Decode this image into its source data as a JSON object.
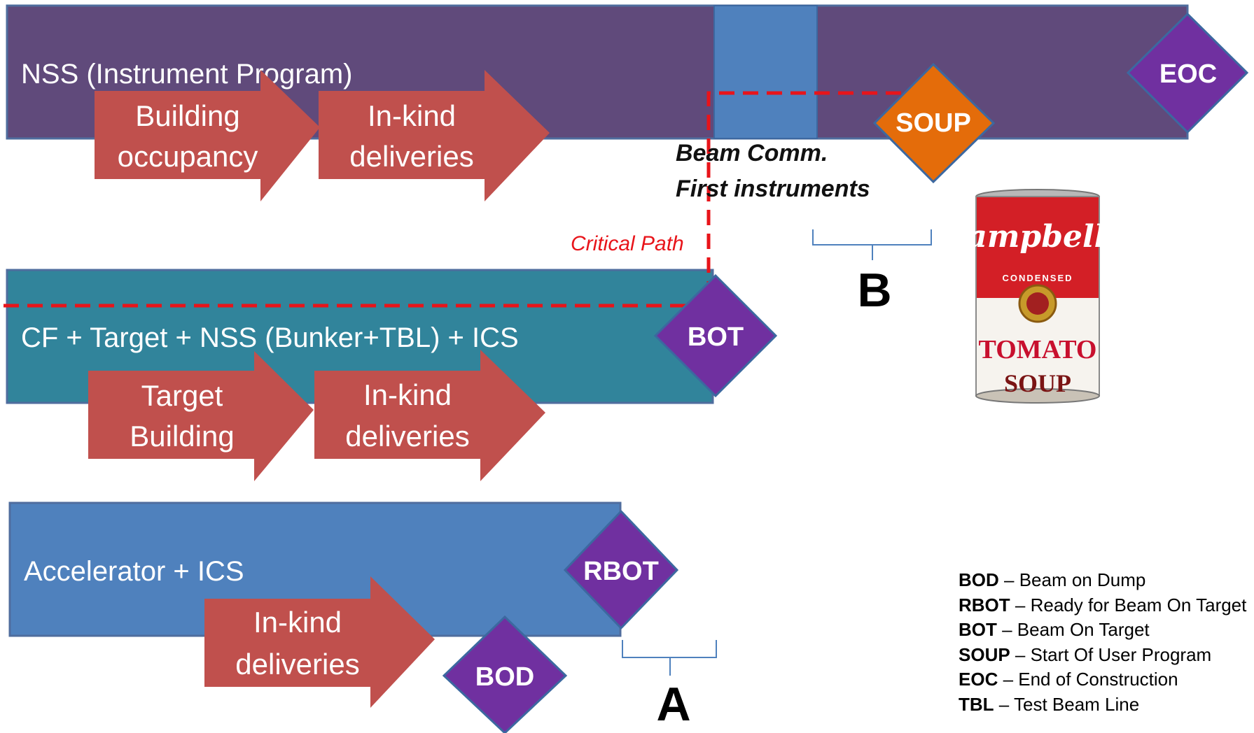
{
  "bars": {
    "nss": {
      "label": "NSS (Instrument Program)",
      "color": "#604a7b"
    },
    "target": {
      "label": "CF + Target + NSS (Bunker+TBL) + ICS",
      "color": "#31849b"
    },
    "accelerator": {
      "label": "Accelerator + ICS",
      "color": "#4f81bd"
    }
  },
  "arrows": {
    "nss_building": {
      "line1": "Building",
      "line2": "occupancy"
    },
    "nss_inkind": {
      "line1": "In-kind",
      "line2": "deliveries"
    },
    "target_building": {
      "line1": "Target",
      "line2": "Building"
    },
    "target_inkind": {
      "line1": "In-kind",
      "line2": "deliveries"
    },
    "acc_inkind": {
      "line1": "In-kind",
      "line2": "deliveries"
    },
    "color": "#c0504d"
  },
  "milestones": {
    "eoc": "EOC",
    "soup": "SOUP",
    "bot": "BOT",
    "rbot": "RBOT",
    "bod": "BOD",
    "purple": "#7030a0",
    "orange": "#e46c0a"
  },
  "notes": {
    "beam_comm": "Beam Comm.",
    "first_instruments": "First instruments",
    "critical_path": "Critical Path",
    "critical_color": "#e8141a"
  },
  "braces": {
    "a": "A",
    "b": "B"
  },
  "legend": [
    {
      "abbr": "BOD",
      "text": " – Beam on Dump"
    },
    {
      "abbr": "RBOT",
      "text": " – Ready for Beam On Target"
    },
    {
      "abbr": "BOT",
      "text": " – Beam On Target"
    },
    {
      "abbr": "SOUP",
      "text": " – Start Of User Program"
    },
    {
      "abbr": "EOC",
      "text": " – End of Construction"
    },
    {
      "abbr": "TBL",
      "text": " – Test Beam Line"
    }
  ],
  "can": {
    "brand": "Campbell's",
    "condensed": "CONDENSED",
    "flavor": "TOMATO",
    "soup": "SOUP"
  }
}
